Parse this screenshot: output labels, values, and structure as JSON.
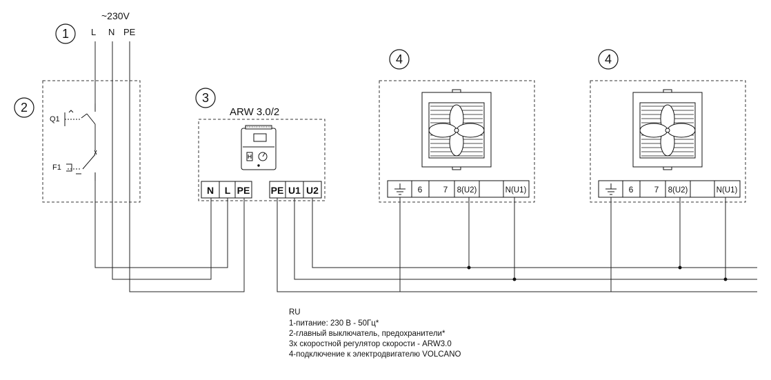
{
  "supply": {
    "voltage": "~230V",
    "conductors": [
      "L",
      "N",
      "PE"
    ]
  },
  "callouts": {
    "supply": "1",
    "switchgear": "2",
    "controller": "3",
    "motor_a": "4",
    "motor_b": "4"
  },
  "switchgear": {
    "switch_label": "Q1",
    "fuse_label": "F1"
  },
  "controller": {
    "model": "ARW 3.0/2",
    "input_terminals": [
      "N",
      "L",
      "PE"
    ],
    "output_terminals": [
      "PE",
      "U1",
      "U2"
    ]
  },
  "motor_terminals": [
    "⏚",
    "6",
    "7",
    "8(U2)",
    "",
    "N(U1)"
  ],
  "legend": {
    "lang": "RU",
    "lines": [
      "1-питание: 230 В - 50Гц*",
      "2-главный выключатель, предохранители*",
      "3х скоростной регулятор скорости - ARW3.0",
      "4-подключение к электродвигателю VOLCANO"
    ]
  }
}
